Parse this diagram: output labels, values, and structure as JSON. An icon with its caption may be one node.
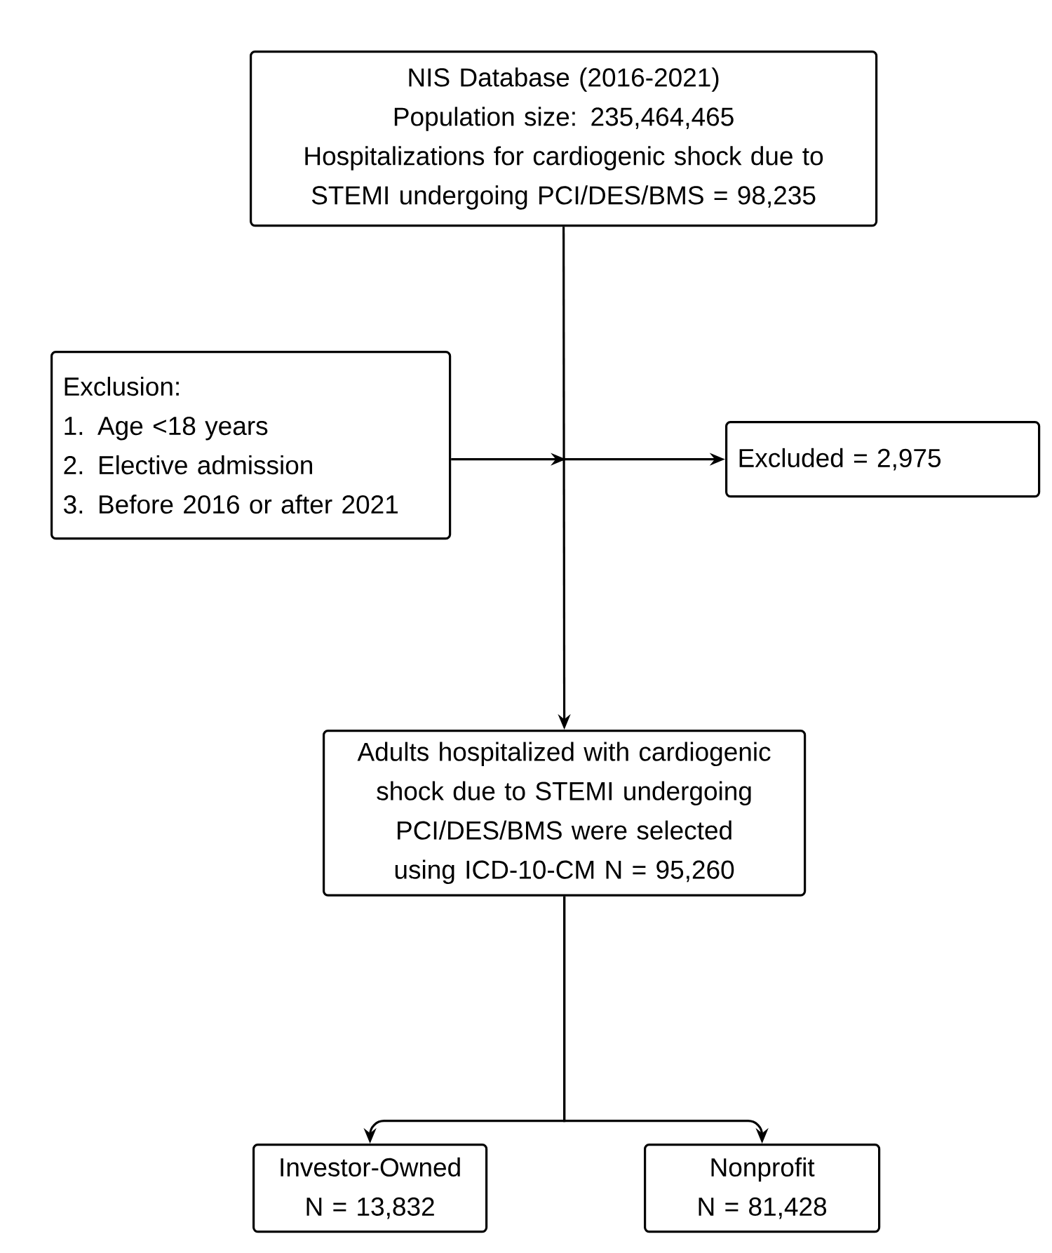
{
  "diagram": {
    "nodes": [
      {
        "text": [
          "NIS Database (2016-2021)",
          "Population size: 235,464,465",
          "Hospitalizations for cardiogenic shock due to STEMI undergoing PCI/DES/BMS = 98,235"
        ]
      },
      {
        "text": [
          "Exclusion:",
          "1. Age <18 years",
          "2. Elective admission",
          "3. Before 2016 or after 2021"
        ]
      },
      {
        "text": [
          "Excluded = 2,975"
        ]
      },
      {
        "text": [
          "Adults hospitalized with cardiogenic shock due to STEMI undergoing PCI/DES/BMS were selected using ICD-10-CM N = 95,260"
        ]
      },
      {
        "text": [
          "Investor-Owned",
          "N = 13,832"
        ]
      },
      {
        "text": [
          "Nonprofit",
          "N = 81,428"
        ]
      }
    ],
    "edges": [
      {
        "from": 0,
        "to": 3,
        "arrow": "to"
      },
      {
        "from": 1,
        "to": 2,
        "arrow": "to"
      },
      {
        "from": 3,
        "to": 4,
        "arrow": "to"
      },
      {
        "from": 3,
        "to": 5,
        "arrow": "to"
      }
    ]
  }
}
